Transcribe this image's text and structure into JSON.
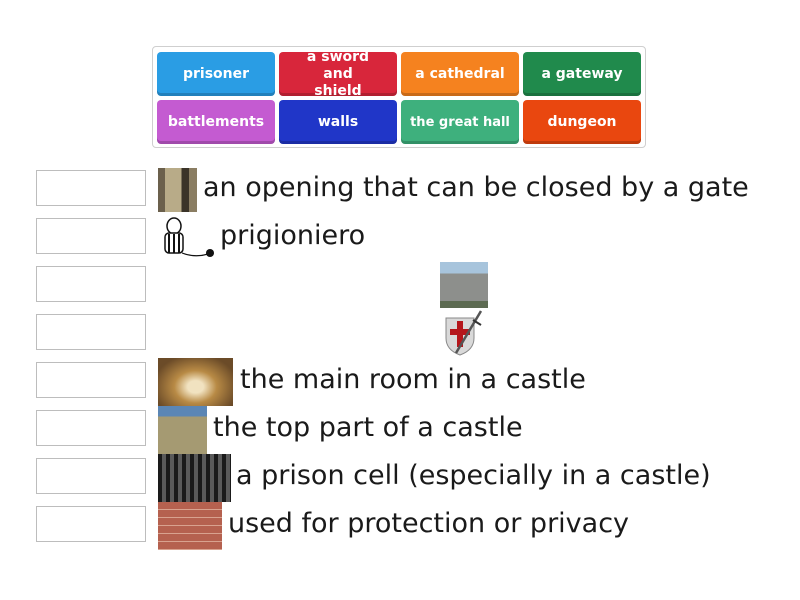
{
  "tiles": [
    {
      "label": "prisoner",
      "color": "#2a9de4"
    },
    {
      "label": "a sword and shield",
      "color": "#d8263b"
    },
    {
      "label": "a cathedral",
      "color": "#f5821f"
    },
    {
      "label": "a gateway",
      "color": "#208a4c"
    },
    {
      "label": "battlements",
      "color": "#c45bd1"
    },
    {
      "label": "walls",
      "color": "#2036c8"
    },
    {
      "label": "the great hall",
      "color": "#3eb07d"
    },
    {
      "label": "dungeon",
      "color": "#e9470f"
    }
  ],
  "rows": [
    {
      "image": "gateway-photo",
      "text": "an opening that can be closed by a gate"
    },
    {
      "image": "prisoner-cartoon",
      "text": "prigioniero"
    },
    {
      "image": "cathedral-photo",
      "text": ""
    },
    {
      "image": "sword-shield-picture",
      "text": ""
    },
    {
      "image": "great-hall-photo",
      "text": "the main room in a castle"
    },
    {
      "image": "battlements-photo",
      "text": "the top part of a castle"
    },
    {
      "image": "dungeon-photo",
      "text": "a prison cell (especially in a castle)"
    },
    {
      "image": "brick-wall-photo",
      "text": "used for protection or privacy"
    }
  ]
}
